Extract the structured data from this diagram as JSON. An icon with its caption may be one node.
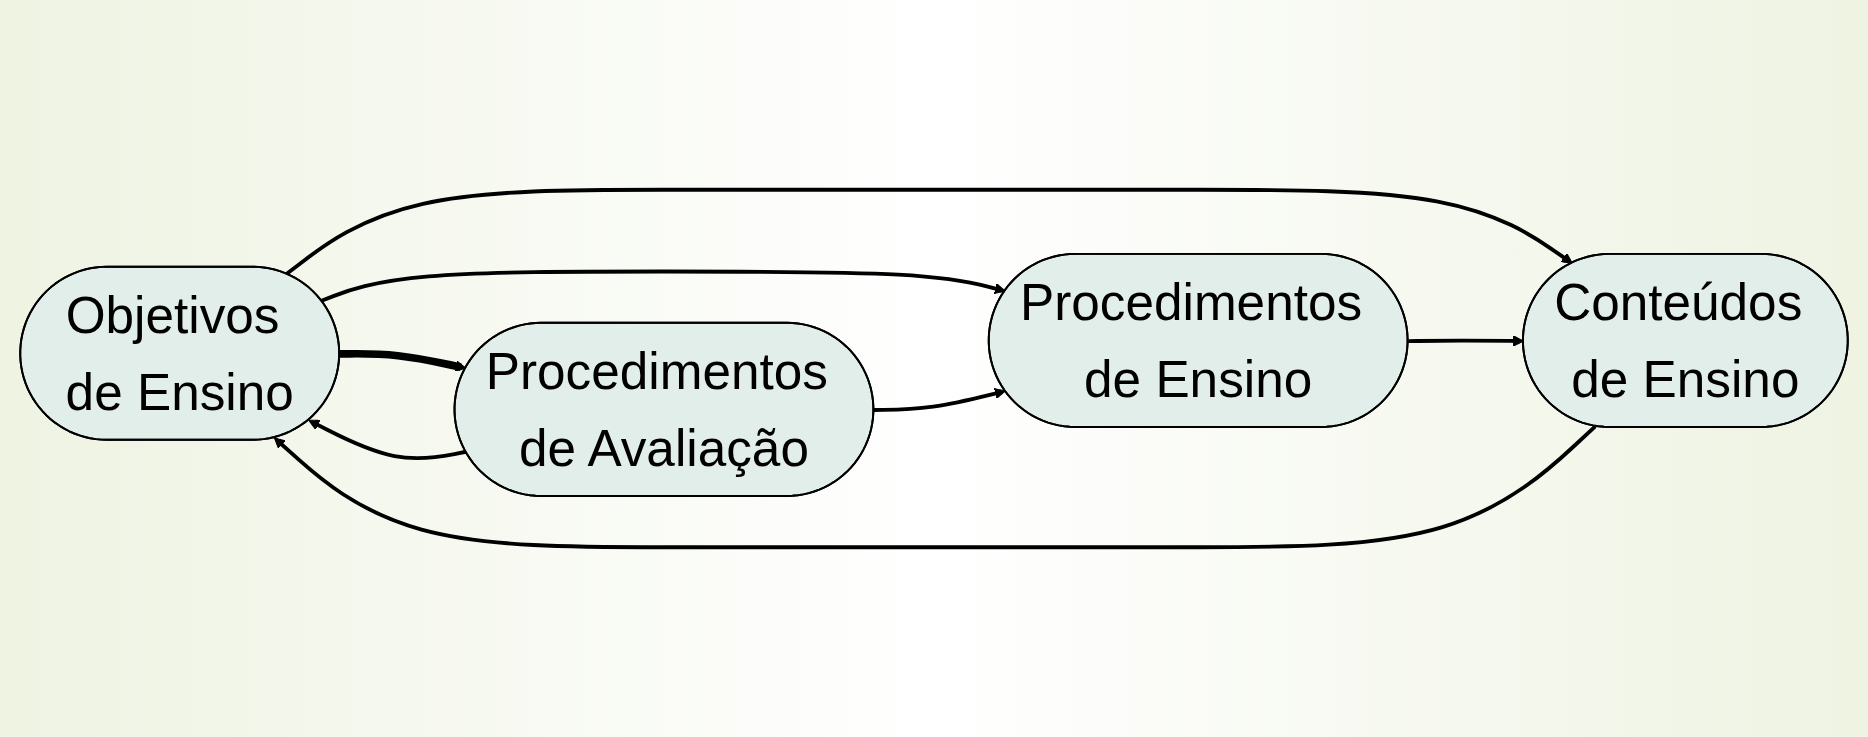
{
  "diagram": {
    "nodes": [
      {
        "text": [
          "Objetivos de Ensino"
        ]
      },
      {
        "text": [
          "Conteúdos de Ensino"
        ]
      },
      {
        "text": [
          "Procedimentos de Ensino"
        ]
      },
      {
        "text": [
          "Procedimentos de Avaliação"
        ]
      }
    ],
    "edges": [
      {
        "from": 0,
        "to": 1,
        "arrow": "to"
      },
      {
        "from": 0,
        "to": 2,
        "arrow": "to"
      },
      {
        "from": 0,
        "to": 3,
        "arrow": "to",
        "style": "thick"
      },
      {
        "from": 1,
        "to": 0,
        "arrow": "to"
      },
      {
        "from": 2,
        "to": 1,
        "arrow": "to"
      },
      {
        "from": 3,
        "to": 2,
        "arrow": "to"
      },
      {
        "from": 3,
        "to": 0,
        "arrow": "to"
      }
    ]
  }
}
